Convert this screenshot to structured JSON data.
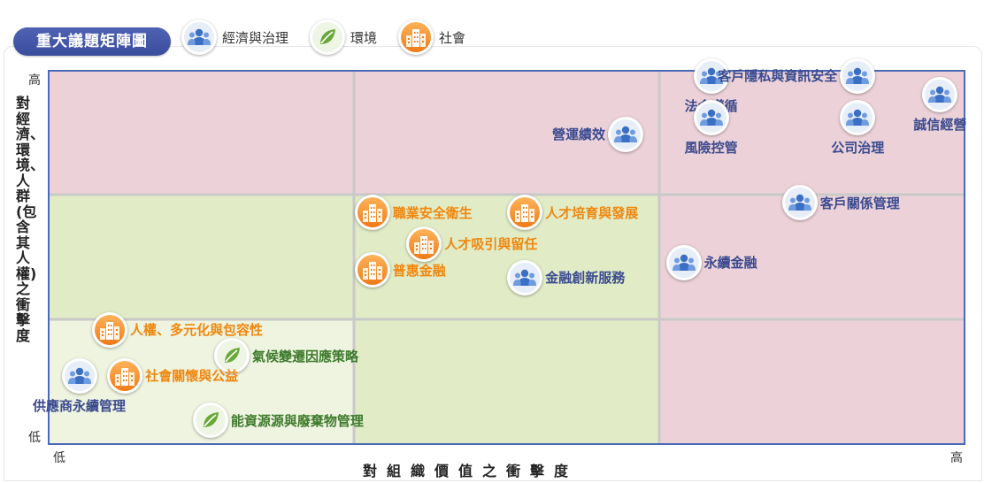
{
  "header": {
    "title": "重大議題矩陣圖"
  },
  "legend": [
    {
      "icon": "people-icon",
      "label": "經濟與治理"
    },
    {
      "icon": "leaf-icon",
      "label": "環境"
    },
    {
      "icon": "building-icon",
      "label": "社會"
    }
  ],
  "colors": {
    "governance": "#3b4a8f",
    "environment": "#3d7a2c",
    "social": "#f0870f",
    "high_zone": "#ecd2d8",
    "mid_zone": "#e1ecc7",
    "low_zone": "#eef4df"
  },
  "chart_data": {
    "type": "scatter",
    "title": "",
    "xlabel": "對組織價值之衝擊度",
    "ylabel": "對經濟、環境、人群(包含其人權)之衝擊度",
    "x_ticks": {
      "low": "低",
      "high": "高"
    },
    "y_ticks": {
      "low": "低",
      "high": "高"
    },
    "xlim": [
      0,
      3
    ],
    "ylim": [
      0,
      3
    ],
    "grid": "3x3",
    "series": [
      {
        "name": "經濟與治理",
        "points": [
          {
            "label": "法令遵循",
            "x": 2.17,
            "y": 2.96
          },
          {
            "label": "客戶隱私與資訊安全",
            "x": 2.65,
            "y": 2.96
          },
          {
            "label": "誠信經營",
            "x": 2.92,
            "y": 2.81
          },
          {
            "label": "風險控管",
            "x": 2.17,
            "y": 2.62
          },
          {
            "label": "公司治理",
            "x": 2.65,
            "y": 2.62
          },
          {
            "label": "營運績效",
            "x": 1.89,
            "y": 2.49
          },
          {
            "label": "客戶關係管理",
            "x": 2.46,
            "y": 1.94
          },
          {
            "label": "永續金融",
            "x": 2.08,
            "y": 1.46
          },
          {
            "label": "金融創新服務",
            "x": 1.56,
            "y": 1.34
          },
          {
            "label": "供應商永續管理",
            "x": 0.1,
            "y": 0.55
          }
        ]
      },
      {
        "name": "環境",
        "points": [
          {
            "label": "氣候變遷因應策略",
            "x": 0.6,
            "y": 0.71
          },
          {
            "label": "能資源源與廢棄物管理",
            "x": 0.53,
            "y": 0.19
          }
        ]
      },
      {
        "name": "社會",
        "points": [
          {
            "label": "職業安全衛生",
            "x": 1.06,
            "y": 1.86
          },
          {
            "label": "人才培育與發展",
            "x": 1.56,
            "y": 1.86
          },
          {
            "label": "人才吸引與留任",
            "x": 1.23,
            "y": 1.61
          },
          {
            "label": "普惠金融",
            "x": 1.06,
            "y": 1.4
          },
          {
            "label": "人權、多元化與包容性",
            "x": 0.2,
            "y": 0.92
          },
          {
            "label": "社會關懷與公益",
            "x": 0.25,
            "y": 0.55
          }
        ]
      }
    ]
  }
}
